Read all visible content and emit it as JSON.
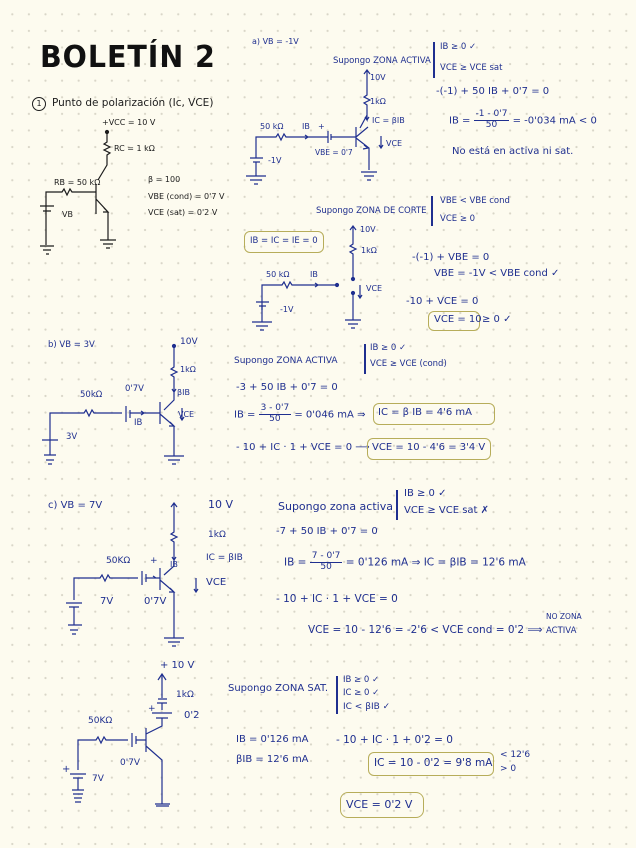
{
  "page": {
    "title": "BOLETÍN 2",
    "colors": {
      "background": "#fdfbef",
      "ink_blue": "#1f2f8f",
      "ink_black": "#1c1c1c",
      "highlight_box": "#b7ad5a"
    }
  },
  "problem1": {
    "heading_number": "1",
    "heading": "Punto de polarización (Ic, VCE)",
    "circuit": {
      "vcc": "+VCC = 10 V",
      "rc": "RC = 1 kΩ",
      "rb": "RB = 50 kΩ",
      "vb": "VB"
    },
    "params": [
      "β = 100",
      "VBE (cond) = 0'7 V",
      "VCE (sat) = 0'2 V"
    ]
  },
  "part_a": {
    "label": "a) VB = -1V",
    "active": {
      "assume": "Supongo ZONA ACTIVA",
      "conditions": [
        "IB ≥ 0  ✓",
        "VCE ≥ VCE sat"
      ],
      "circuit": {
        "vcc": "10V",
        "rc": "1kΩ",
        "rb": "50 kΩ",
        "ib": "IB",
        "ic": "IC = βIB",
        "vbe": "VBE = 0'7",
        "vce": "VCE",
        "vb": "-1V",
        "plus": "+"
      },
      "eq1": "-(-1) + 50 IB + 0'7 = 0",
      "eq2_lhs": "IB =",
      "eq2_num": "-1 - 0'7",
      "eq2_den": "50",
      "eq2_rhs": "= -0'034 mA < 0",
      "conclusion": "No está en activa ni sat."
    },
    "cutoff": {
      "assume": "Supongo ZONA DE CORTE",
      "conditions": [
        "VBE < VBE cond",
        "VCE ≥ 0"
      ],
      "boxed": "IB = IC = IE = 0",
      "circuit": {
        "vcc": "10V",
        "rc": "1kΩ",
        "rb": "50 kΩ",
        "ib": "IB",
        "vce": "VCE",
        "vb": "-1V",
        "plus": "+"
      },
      "eq1": "-(-1) + VBE = 0",
      "eq2": "VBE = -1V < VBE cond ✓",
      "eq3": "-10 + VCE = 0",
      "eq4_boxed": "VCE = 10",
      "eq4_tail": "≥ 0 ✓"
    }
  },
  "part_b": {
    "label": "b) VB = 3V",
    "circuit": {
      "vcc": "10V",
      "rc": "1kΩ",
      "rb": "50kΩ",
      "vbe": "0'7V",
      "ib": "IB",
      "ic": "βIB",
      "vce": "VCE",
      "vb": "3V"
    },
    "assume": "Supongo ZONA ACTIVA",
    "conditions": [
      "IB ≥ 0  ✓",
      "VCE ≥ VCE (cond)"
    ],
    "eq1": "-3 + 50 IB + 0'7 = 0",
    "eq2_lhs": "IB =",
    "eq2_num": "3 - 0'7",
    "eq2_den": "50",
    "eq2_rhs": "= 0'046 mA ⇒",
    "eq2_boxed": "IC = β IB = 4'6 mA",
    "eq3": "- 10 + IC · 1 + VCE = 0 ⟶",
    "eq3_boxed": "VCE = 10 - 4'6 = 3'4 V"
  },
  "part_c": {
    "label": "c) VB = 7V",
    "circuit": {
      "vcc": "10 V",
      "rc": "1kΩ",
      "rb": "50KΩ",
      "vbe": "0'7V",
      "ib": "IB",
      "ic": "IC = βIB",
      "vce": "VCE",
      "vb": "7V",
      "plus": "+"
    },
    "assume": "Supongo zona activa",
    "conditions": [
      "IB ≥ 0  ✓",
      "VCE ≥ VCE sat  ✗"
    ],
    "eq1": "-7 + 50 IB + 0'7 = 0",
    "eq2_lhs": "IB =",
    "eq2_num": "7 - 0'7",
    "eq2_den": "50",
    "eq2_rhs": "= 0'126 mA ⇒ IC = βIB = 12'6 mA",
    "eq3": "- 10 + IC · 1 + VCE = 0",
    "eq4": "VCE = 10 - 12'6 = -2'6 < VCE cond = 0'2 ⟹",
    "note_line1": "NO ZONA",
    "note_line2": "ACTIVA"
  },
  "part_c_sat": {
    "circuit": {
      "vcc": "+ 10 V",
      "rc": "1kΩ",
      "vcesat": "0'2",
      "rb": "50KΩ",
      "vbe": "0'7V",
      "vb": "7V",
      "plus": "+"
    },
    "assume": "Supongo ZONA SAT.",
    "conditions": [
      "IB ≥ 0 ✓",
      "IC ≥ 0 ✓",
      "IC < βIB ✓"
    ],
    "ib": "IB = 0'126 mA",
    "bib": "βIB = 12'6 mA",
    "eq1": "- 10 + IC · 1 + 0'2 = 0",
    "eq2_boxed": "IC = 10 - 0'2 = 9'8 mA",
    "eq2_cmp1": "< 12'6",
    "eq2_cmp2": "> 0",
    "result_boxed": "VCE = 0'2 V"
  }
}
